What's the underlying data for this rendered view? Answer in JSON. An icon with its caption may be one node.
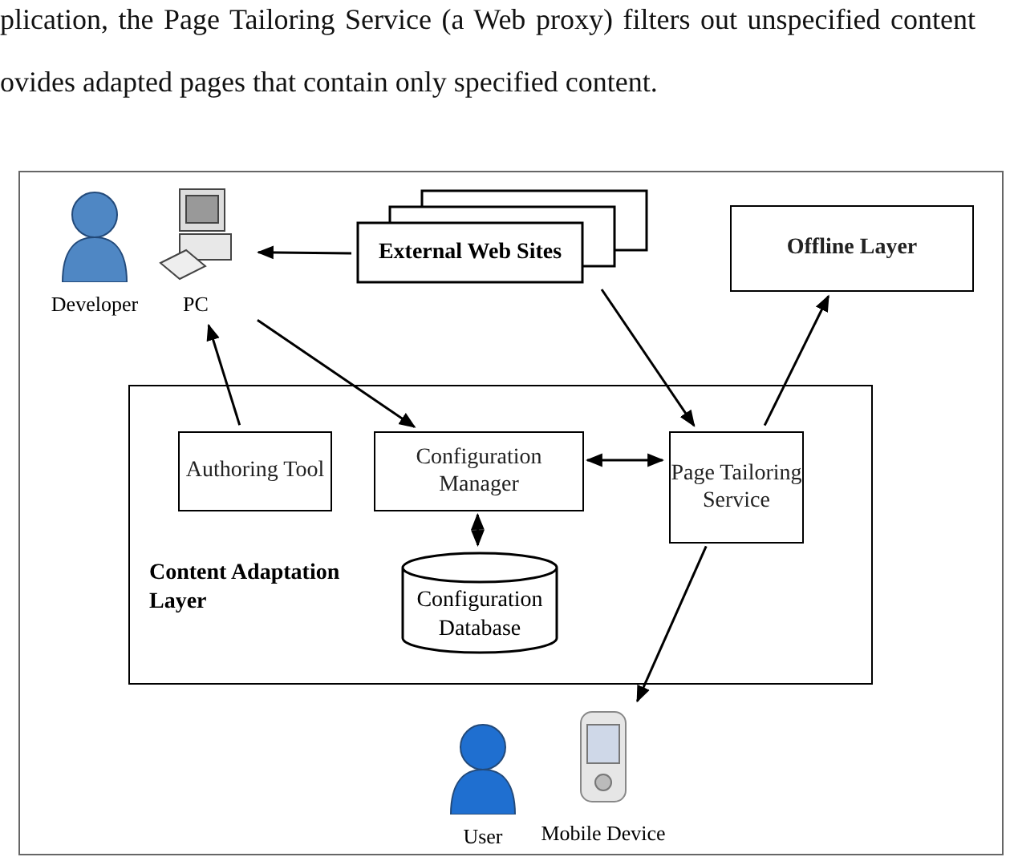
{
  "diagram": {
    "nodes": [
      {
        "text": [
          "Developer"
        ]
      },
      {
        "text": [
          "PC"
        ]
      },
      {
        "text": [
          "External Web Sites"
        ]
      },
      {
        "text": [
          "Offline Layer"
        ]
      },
      {
        "text": [
          "Content Adaptation Layer"
        ]
      },
      {
        "text": [
          "Authoring Tool"
        ],
        "in": 4
      },
      {
        "text": [
          "Configuration Manager"
        ],
        "in": 4
      },
      {
        "text": [
          "Page Tailoring Service"
        ],
        "in": 4
      },
      {
        "text": [
          "Configuration Database"
        ],
        "in": 4
      },
      {
        "text": [
          "User"
        ]
      },
      {
        "text": [
          "Mobile Device"
        ]
      }
    ],
    "edges": [
      {
        "from": 2,
        "to": 1,
        "arrow": "to"
      },
      {
        "from": 5,
        "to": 1,
        "arrow": "to"
      },
      {
        "from": 1,
        "to": 6,
        "arrow": "to"
      },
      {
        "from": 2,
        "to": 7,
        "arrow": "to"
      },
      {
        "from": 7,
        "to": 3,
        "arrow": "to"
      },
      {
        "from": 6,
        "to": 7,
        "arrow": "both"
      },
      {
        "from": 6,
        "to": 8,
        "arrow": "both"
      },
      {
        "from": 7,
        "to": 10,
        "arrow": "to"
      }
    ],
    "labels": [
      "plication, the Page Tailoring Service (a Web proxy) filters out unspecified content",
      "ovides adapted pages that contain only specified content."
    ]
  }
}
